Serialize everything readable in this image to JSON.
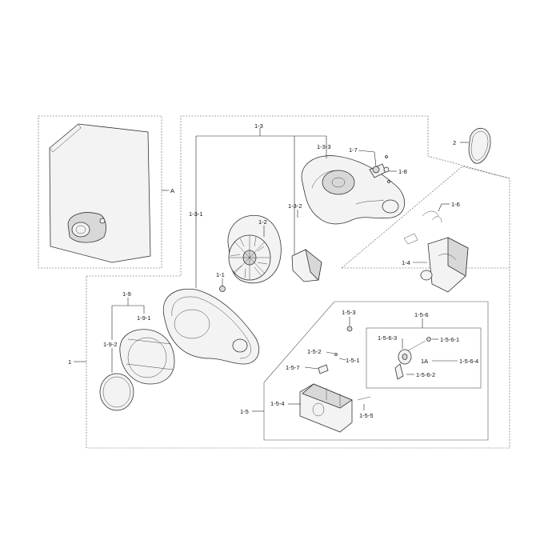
{
  "labels": {
    "A": "A",
    "p1": "1",
    "p1_1": "1-1",
    "p1_2": "1-2",
    "p1_3": "1-3",
    "p1_3_1": "1-3-1",
    "p1_3_2": "1-3-2",
    "p1_3_3": "1-3-3",
    "p1_4": "1-4",
    "p1_5": "1-5",
    "p1_5_1": "1-5-1",
    "p1_5_2": "1-5-2",
    "p1_5_3": "1-5-3",
    "p1_5_4": "1-5-4",
    "p1_5_5": "1-5-5",
    "p1_5_6": "1-5-6",
    "p1_5_6_1": "1-5-6-1",
    "p1_5_6_2": "1-5-6-2",
    "p1_5_6_3": "1-5-6-3",
    "p1_5_6_4": "1-5-6-4",
    "p1_5_7": "1-5-7",
    "p1_6": "1-6",
    "p1_7": "1-7",
    "p1_8": "1-8",
    "p1_9": "1-9",
    "p1_9_1": "1-9-1",
    "p1_9_2": "1-9-2",
    "p1A": "1A",
    "p2": "2"
  }
}
